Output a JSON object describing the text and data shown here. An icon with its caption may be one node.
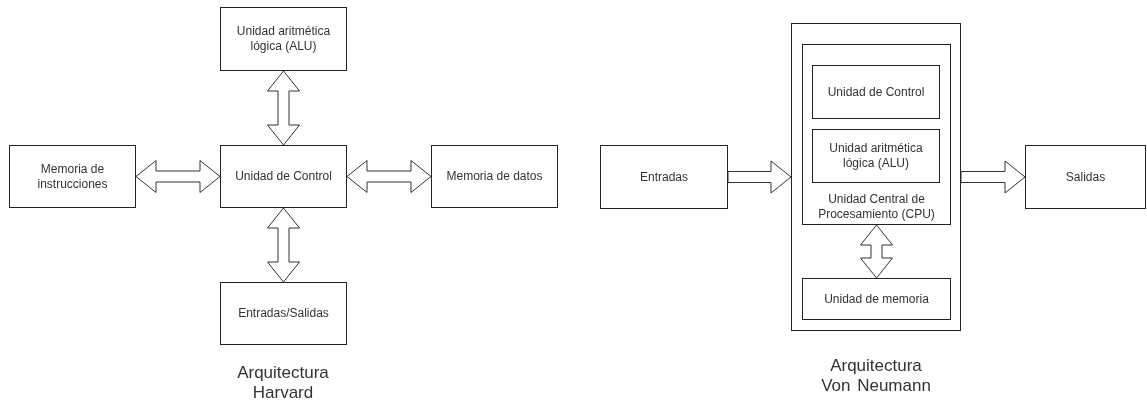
{
  "diagram": {
    "nodes": [
      {
        "text": [
          "Unidad aritmética lógica (ALU)"
        ]
      },
      {
        "text": [
          "Memoria de instrucciones"
        ]
      },
      {
        "text": [
          "Unidad de Control"
        ]
      },
      {
        "text": [
          "Memoria de datos"
        ]
      },
      {
        "text": [
          "Entradas/Salidas"
        ]
      },
      {
        "text": [
          "Entradas"
        ]
      },
      {
        "text": [],
        "shape": "box"
      },
      {
        "text": [
          "Unidad Central de Procesamiento (CPU)"
        ],
        "in": 6
      },
      {
        "text": [
          "Unidad de Control"
        ],
        "in": 7
      },
      {
        "text": [
          "Unidad aritmética lógica (ALU)"
        ],
        "in": 7
      },
      {
        "text": [
          "Unidad de memoria"
        ],
        "in": 6
      },
      {
        "text": [
          "Salidas"
        ]
      }
    ],
    "edges": [
      {
        "from": 0,
        "to": 2,
        "arrow": "both"
      },
      {
        "from": 1,
        "to": 2,
        "arrow": "both"
      },
      {
        "from": 2,
        "to": 3,
        "arrow": "both"
      },
      {
        "from": 2,
        "to": 4,
        "arrow": "both"
      },
      {
        "from": 5,
        "to": 6,
        "arrow": "to"
      },
      {
        "from": 6,
        "to": 11,
        "arrow": "to"
      },
      {
        "from": 7,
        "to": 10,
        "arrow": "both"
      }
    ],
    "labels": [
      "Arquitectura Harvard",
      "Arquitectura Von Neumann"
    ]
  }
}
